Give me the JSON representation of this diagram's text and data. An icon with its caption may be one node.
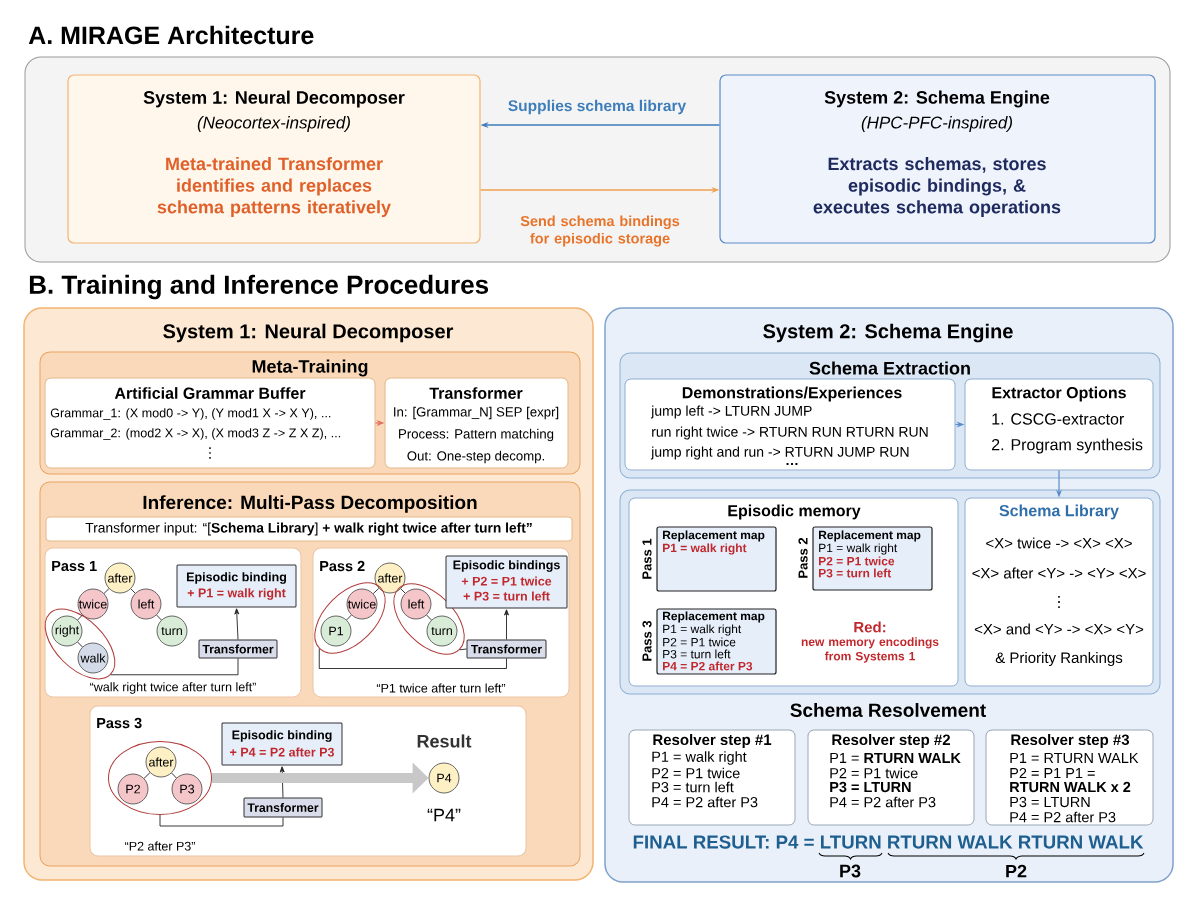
{
  "diagram": {
    "nodes": [
      {
        "text": [
          "A. MIRAGE Architecture"
        ]
      },
      {
        "text": [
          "System 1: Neural Decomposer",
          "(Neocortex-inspired)",
          "Meta-trained Transformer identifies and replaces schema patterns iteratively"
        ],
        "in": 0
      },
      {
        "text": [
          "System 2: Schema Engine",
          "(HPC-PFC-inspired)",
          "Extracts schemas, stores episodic bindings, & executes schema operations"
        ],
        "in": 0
      },
      {
        "text": [
          "System 1: Neural Decomposer"
        ]
      },
      {
        "text": [
          "Meta-Training"
        ],
        "in": 3
      },
      {
        "text": [
          "Artificial Grammar Buffer",
          "Grammar_1: (X mod0 -> Y), (Y mod1 X -> X Y), ...",
          "Grammar_2: (mod2 X -> X), (X mod3 Z -> Z X Z), ...",
          "⋮"
        ],
        "in": 4
      },
      {
        "text": [
          "Transformer",
          "In: [Grammar_N] SEP [expr]",
          "Process: Pattern matching",
          "Out: One-step decomp."
        ],
        "in": 4
      },
      {
        "text": [
          "Inference: Multi-Pass Decomposition"
        ],
        "in": 3
      },
      {
        "text": [
          "Transformer input: “[**Schema Library**] **+ walk right twice after turn left”**"
        ],
        "in": 7
      },
      {
        "text": [
          "Pass 1",
          "“walk right twice after turn left”"
        ],
        "in": 7
      },
      {
        "text": [
          "after"
        ],
        "in": 9
      },
      {
        "text": [
          "twice"
        ],
        "in": 9
      },
      {
        "text": [
          "left"
        ],
        "in": 9
      },
      {
        "text": [],
        "shape": "ellipse",
        "in": 9
      },
      {
        "text": [
          "right"
        ],
        "in": 13
      },
      {
        "text": [
          "walk"
        ],
        "in": 13
      },
      {
        "text": [
          "turn"
        ],
        "in": 9
      },
      {
        "text": [
          "Episodic binding",
          "+ P1 = walk right"
        ],
        "in": 9
      },
      {
        "text": [
          "Transformer"
        ],
        "in": 9
      },
      {
        "text": [
          "Pass 2",
          "“P1 twice after turn left”"
        ],
        "in": 7
      },
      {
        "text": [
          "after"
        ],
        "in": 19
      },
      {
        "text": [],
        "shape": "ellipse",
        "in": 19
      },
      {
        "text": [
          "twice"
        ],
        "in": 21
      },
      {
        "text": [
          "P1"
        ],
        "in": 21
      },
      {
        "text": [],
        "shape": "ellipse",
        "in": 19
      },
      {
        "text": [
          "left"
        ],
        "in": 24
      },
      {
        "text": [
          "turn"
        ],
        "in": 24
      },
      {
        "text": [
          "Episodic bindings",
          "+ P2 = P1 twice",
          "+ P3 = turn left"
        ],
        "in": 19
      },
      {
        "text": [
          "Transformer"
        ],
        "in": 19
      },
      {
        "text": [
          "Pass 3",
          "“P2 after P3”"
        ],
        "in": 7
      },
      {
        "text": [],
        "shape": "ellipse",
        "in": 29
      },
      {
        "text": [
          "after"
        ],
        "in": 30
      },
      {
        "text": [
          "P2"
        ],
        "in": 30
      },
      {
        "text": [
          "P3"
        ],
        "in": 30
      },
      {
        "text": [
          "Episodic binding",
          "+ P4 = P2 after P3"
        ],
        "in": 29
      },
      {
        "text": [
          "Transformer"
        ],
        "in": 29
      },
      {
        "text": [
          "P4"
        ],
        "beside": [
          "Result",
          "“P4”"
        ],
        "in": 29
      },
      {
        "text": [
          "System 2: Schema Engine",
          "Schema Resolvement",
          "FINAL RESULT: P4 = LTURN RTURN WALK RTURN WALK",
          "P3",
          "P2"
        ]
      },
      {
        "text": [
          "Schema Extraction"
        ],
        "in": 37
      },
      {
        "text": [
          "Demonstrations/Experiences",
          "jump left -> LTURN JUMP",
          "run right twice -> RTURN RUN RTURN RUN",
          "jump right and run -> RTURN JUMP RUN",
          "…"
        ],
        "in": 38
      },
      {
        "text": [
          "Extractor Options",
          "1. CSCG-extractor",
          "2. Program synthesis"
        ],
        "in": 38
      },
      {
        "text": [],
        "shape": "box",
        "in": 37
      },
      {
        "text": [
          "Episodic memory",
          "Red:",
          "new memory encodings from Systems 1"
        ],
        "in": 41
      },
      {
        "text": [
          "Replacement map",
          "P1 = walk right"
        ],
        "beside": [
          "Pass 1"
        ],
        "in": 42
      },
      {
        "text": [
          "Replacement map",
          "P1 = walk right",
          "P2 = P1 twice",
          "P3 = turn left"
        ],
        "beside": [
          "Pass 2"
        ],
        "in": 42
      },
      {
        "text": [
          "Replacement map",
          "P1 = walk right",
          "P2 = P1 twice",
          "P3 = turn left",
          "P4 = P2 after P3"
        ],
        "beside": [
          "Pass 3"
        ],
        "in": 42
      },
      {
        "text": [
          "Schema Library",
          "<X> twice -> <X> <X>",
          "<X> after <Y> -> <Y> <X>",
          "⋮",
          "<X> and <Y> -> <X> <Y>",
          "& Priority Rankings"
        ],
        "in": 41
      },
      {
        "text": [
          "Resolver step #1",
          "P1 = walk right",
          "P2 = P1 twice",
          "P3 = turn left",
          "P4 = P2 after P3"
        ],
        "in": 37
      },
      {
        "text": [
          "Resolver step #2",
          "P1 = **RTURN WALK**",
          "P2 = P1 twice",
          "P3 = LTURN",
          "P4 = P2 after P3"
        ],
        "in": 37
      },
      {
        "text": [
          "Resolver step #3",
          "P1 = RTURN WALK",
          "P2 = P1 P1 =",
          "RTURN WALK x 2",
          "P3 = LTURN",
          "P4 = P2 after P3"
        ],
        "in": 37
      }
    ],
    "edges": [
      {
        "from": 2,
        "to": 1,
        "arrow": "to",
        "label": "Supplies schema library",
        "color": "#3d7dba"
      },
      {
        "from": 1,
        "to": 2,
        "arrow": "to",
        "label": "Send schema bindings for episodic storage",
        "color": "#f0a050"
      },
      {
        "from": 5,
        "to": 6,
        "arrow": "to",
        "color": "#e07060"
      },
      {
        "from": 10,
        "to": 11,
        "arrow": "none"
      },
      {
        "from": 10,
        "to": 12,
        "arrow": "none"
      },
      {
        "from": 11,
        "to": 14,
        "arrow": "none"
      },
      {
        "from": 12,
        "to": 16,
        "arrow": "none"
      },
      {
        "from": 14,
        "to": 15,
        "arrow": "none"
      },
      {
        "from": 13,
        "to": 18,
        "arrow": "none"
      },
      {
        "from": 18,
        "to": 17,
        "arrow": "to"
      },
      {
        "from": 20,
        "to": 22,
        "arrow": "none"
      },
      {
        "from": 20,
        "to": 25,
        "arrow": "none"
      },
      {
        "from": 22,
        "to": 23,
        "arrow": "none"
      },
      {
        "from": 25,
        "to": 26,
        "arrow": "none"
      },
      {
        "from": 21,
        "to": 28,
        "arrow": "none"
      },
      {
        "from": 24,
        "to": 28,
        "arrow": "none"
      },
      {
        "from": 28,
        "to": 27,
        "arrow": "to"
      },
      {
        "from": 31,
        "to": 32,
        "arrow": "none"
      },
      {
        "from": 31,
        "to": 33,
        "arrow": "none"
      },
      {
        "from": 30,
        "to": 35,
        "arrow": "none"
      },
      {
        "from": 35,
        "to": 34,
        "arrow": "to"
      },
      {
        "from": 30,
        "to": 36,
        "arrow": "to",
        "style": "thick",
        "color": "#c8c8c8"
      },
      {
        "from": 39,
        "to": 40,
        "arrow": "to",
        "color": "#5b8cc8"
      },
      {
        "from": 40,
        "to": 46,
        "arrow": "to",
        "color": "#5b8cc8"
      }
    ],
    "labels": [
      "B. Training and Inference Procedures"
    ]
  }
}
